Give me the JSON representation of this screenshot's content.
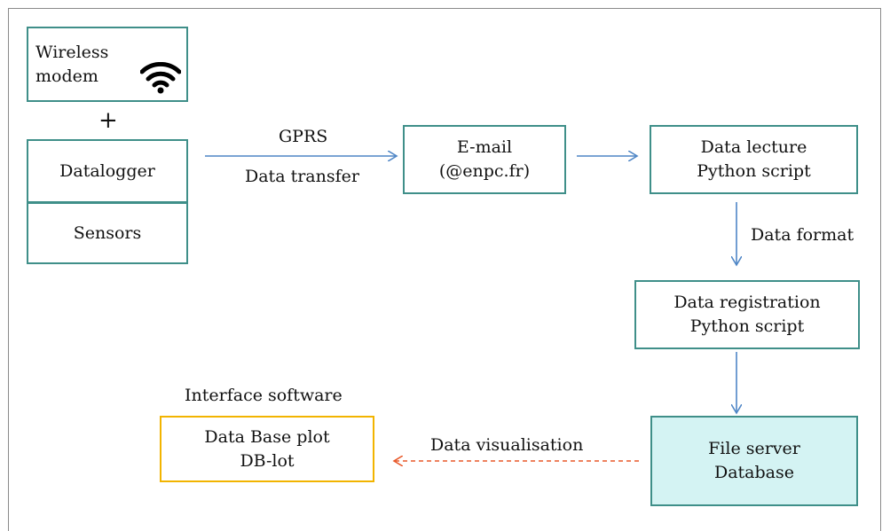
{
  "modem": {
    "line1": "Wireless",
    "line2": "modem",
    "icon": "wifi-icon"
  },
  "plus": "+",
  "datalogger": "Datalogger",
  "sensors": "Sensors",
  "gprs": "GPRS",
  "data_transfer": "Data transfer",
  "email": {
    "line1": "E-mail",
    "line2": "(@enpc.fr)"
  },
  "data_lecture": {
    "line1": "Data lecture",
    "line2": "Python script"
  },
  "data_format": "Data format",
  "data_registration": {
    "line1": "Data registration",
    "line2": "Python script"
  },
  "file_server": {
    "line1": "File server",
    "line2": "Database"
  },
  "data_visualisation": "Data visualisation",
  "interface_software": "Interface software",
  "db_plot": {
    "line1": "Data Base plot",
    "line2": "DB-lot"
  },
  "colors": {
    "box_border": "#3f8f89",
    "arrow": "#4f86c6",
    "dashed_arrow": "#e8592a",
    "highlight_fill": "#d4f3f3",
    "interface_border": "#f2b400"
  }
}
